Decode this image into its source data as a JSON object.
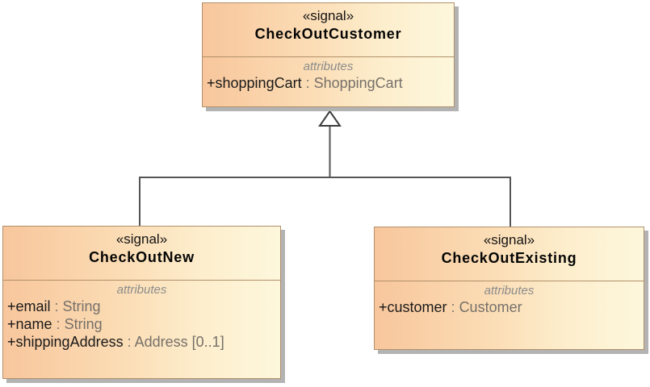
{
  "diagram": {
    "type": "uml-class-diagram",
    "background": "#ffffff",
    "palette": {
      "node_fill_start": "#f8c69c",
      "node_fill_end": "#fdf7dc",
      "node_border": "#b1906a",
      "shadow": "#b3b3b3",
      "line": "#555555",
      "class_name_color": "#050505",
      "attribute_type_color": "#767069",
      "compartment_label_color": "#8c8c8c"
    },
    "relationship": {
      "kind": "generalization",
      "arrowhead": "hollow-triangle",
      "parent": "CheckOutCustomer",
      "children": [
        "CheckOutNew",
        "CheckOutExisting"
      ]
    }
  },
  "classes": [
    {
      "id": "checkoutcustomer",
      "stereotype": "«signal»",
      "name": "CheckOutCustomer",
      "compartment_label": "attributes",
      "attributes": [
        {
          "visibility": "+",
          "name": "shoppingCart",
          "separator": " : ",
          "type": "ShoppingCart",
          "multiplicity": ""
        }
      ]
    },
    {
      "id": "checkoutnew",
      "stereotype": "«signal»",
      "name": "CheckOutNew",
      "compartment_label": "attributes",
      "attributes": [
        {
          "visibility": "+",
          "name": "email",
          "separator": " : ",
          "type": "String",
          "multiplicity": ""
        },
        {
          "visibility": "+",
          "name": "name",
          "separator": " : ",
          "type": "String",
          "multiplicity": ""
        },
        {
          "visibility": "+",
          "name": "shippingAddress",
          "separator": " : ",
          "type": "Address",
          "multiplicity": " [0..1]"
        }
      ]
    },
    {
      "id": "checkoutexisting",
      "stereotype": "«signal»",
      "name": "CheckOutExisting",
      "compartment_label": "attributes",
      "attributes": [
        {
          "visibility": "+",
          "name": "customer",
          "separator": " : ",
          "type": "Customer",
          "multiplicity": ""
        }
      ]
    }
  ]
}
